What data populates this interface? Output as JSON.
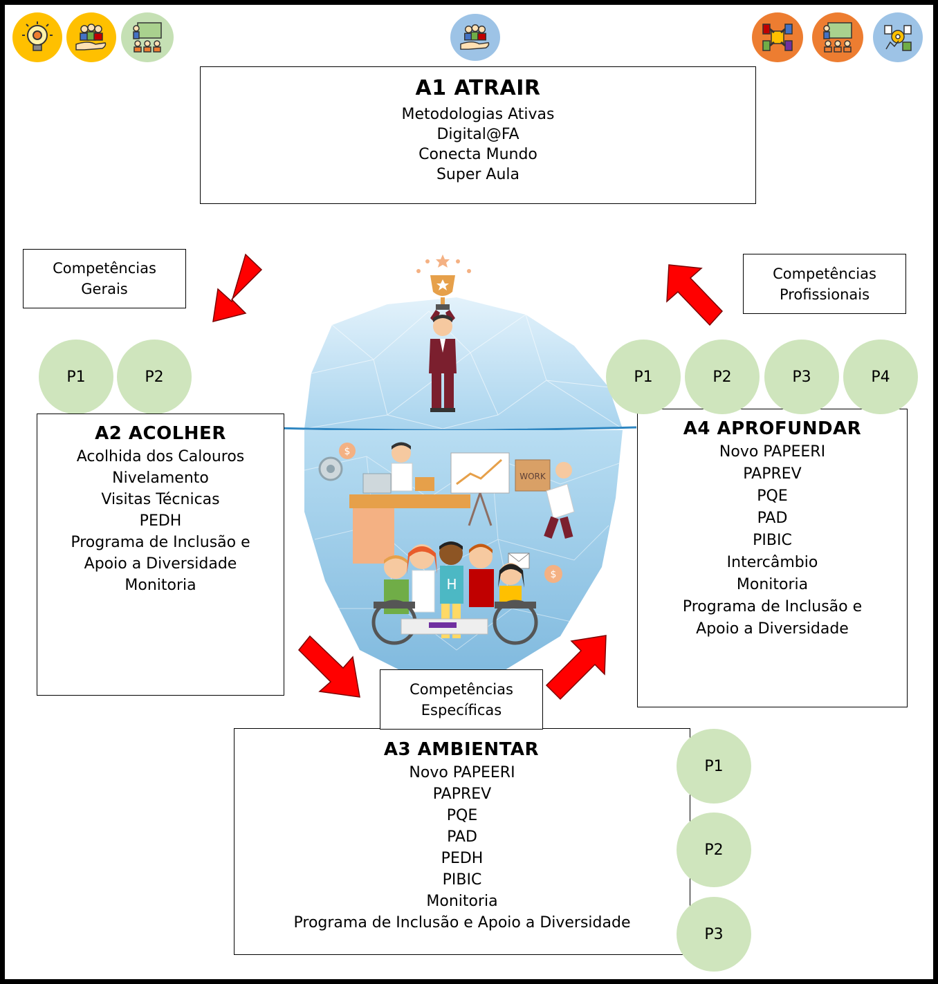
{
  "colors": {
    "circle_fill": "#cfe5bd",
    "arrow_fill": "#ff0000",
    "ice_light": "#d9ecf7",
    "ice_dark": "#8fc3e3",
    "icon_yellow": "#ffc000",
    "icon_green": "#c5e0b4",
    "icon_blue": "#9dc3e6",
    "icon_orange": "#ed7d31"
  },
  "icons": {
    "left": [
      {
        "name": "lightbulb-gear-icon",
        "color": "#ffc000"
      },
      {
        "name": "team-hand-icon",
        "color": "#ffc000"
      },
      {
        "name": "presentation-audience-icon",
        "color": "#c5e0b4"
      }
    ],
    "center": {
      "name": "team-hand-icon",
      "color": "#9dc3e6"
    },
    "right": [
      {
        "name": "teamwork-hands-icon",
        "color": "#ed7d31"
      },
      {
        "name": "presentation-audience-icon",
        "color": "#ed7d31"
      },
      {
        "name": "strategy-board-icon",
        "color": "#9dc3e6"
      }
    ]
  },
  "a1": {
    "title": "A1 ATRAIR",
    "items": [
      "Metodologias Ativas",
      "Digital@FA",
      "Conecta Mundo",
      "Super Aula"
    ]
  },
  "a2": {
    "title": "A2 ACOLHER",
    "items": [
      "Acolhida dos Calouros",
      "Nivelamento",
      "Visitas Técnicas",
      "PEDH",
      "Programa de Inclusão e",
      "Apoio a Diversidade",
      "Monitoria"
    ],
    "circles": [
      "P1",
      "P2"
    ]
  },
  "a3": {
    "title": "A3 AMBIENTAR",
    "items": [
      "Novo PAPEERI",
      "PAPREV",
      "PQE",
      "PAD",
      "PEDH",
      "PIBIC",
      "Monitoria",
      "Programa de Inclusão e Apoio a Diversidade"
    ],
    "circles": [
      "P1",
      "P2",
      "P3"
    ]
  },
  "a4": {
    "title": "A4 APROFUNDAR",
    "items": [
      "Novo PAPEERI",
      "PAPREV",
      "PQE",
      "PAD",
      "PIBIC",
      "Intercâmbio",
      "Monitoria",
      "Programa de Inclusão e",
      "Apoio a Diversidade"
    ],
    "circles": [
      "P1",
      "P2",
      "P3",
      "P4"
    ]
  },
  "competencias": {
    "gerais": [
      "Competências",
      "Gerais"
    ],
    "profissionais": [
      "Competências",
      "Profissionais"
    ],
    "especificas": [
      "Competências",
      "Específicas"
    ]
  },
  "illustration": {
    "work_label": "WORK"
  }
}
